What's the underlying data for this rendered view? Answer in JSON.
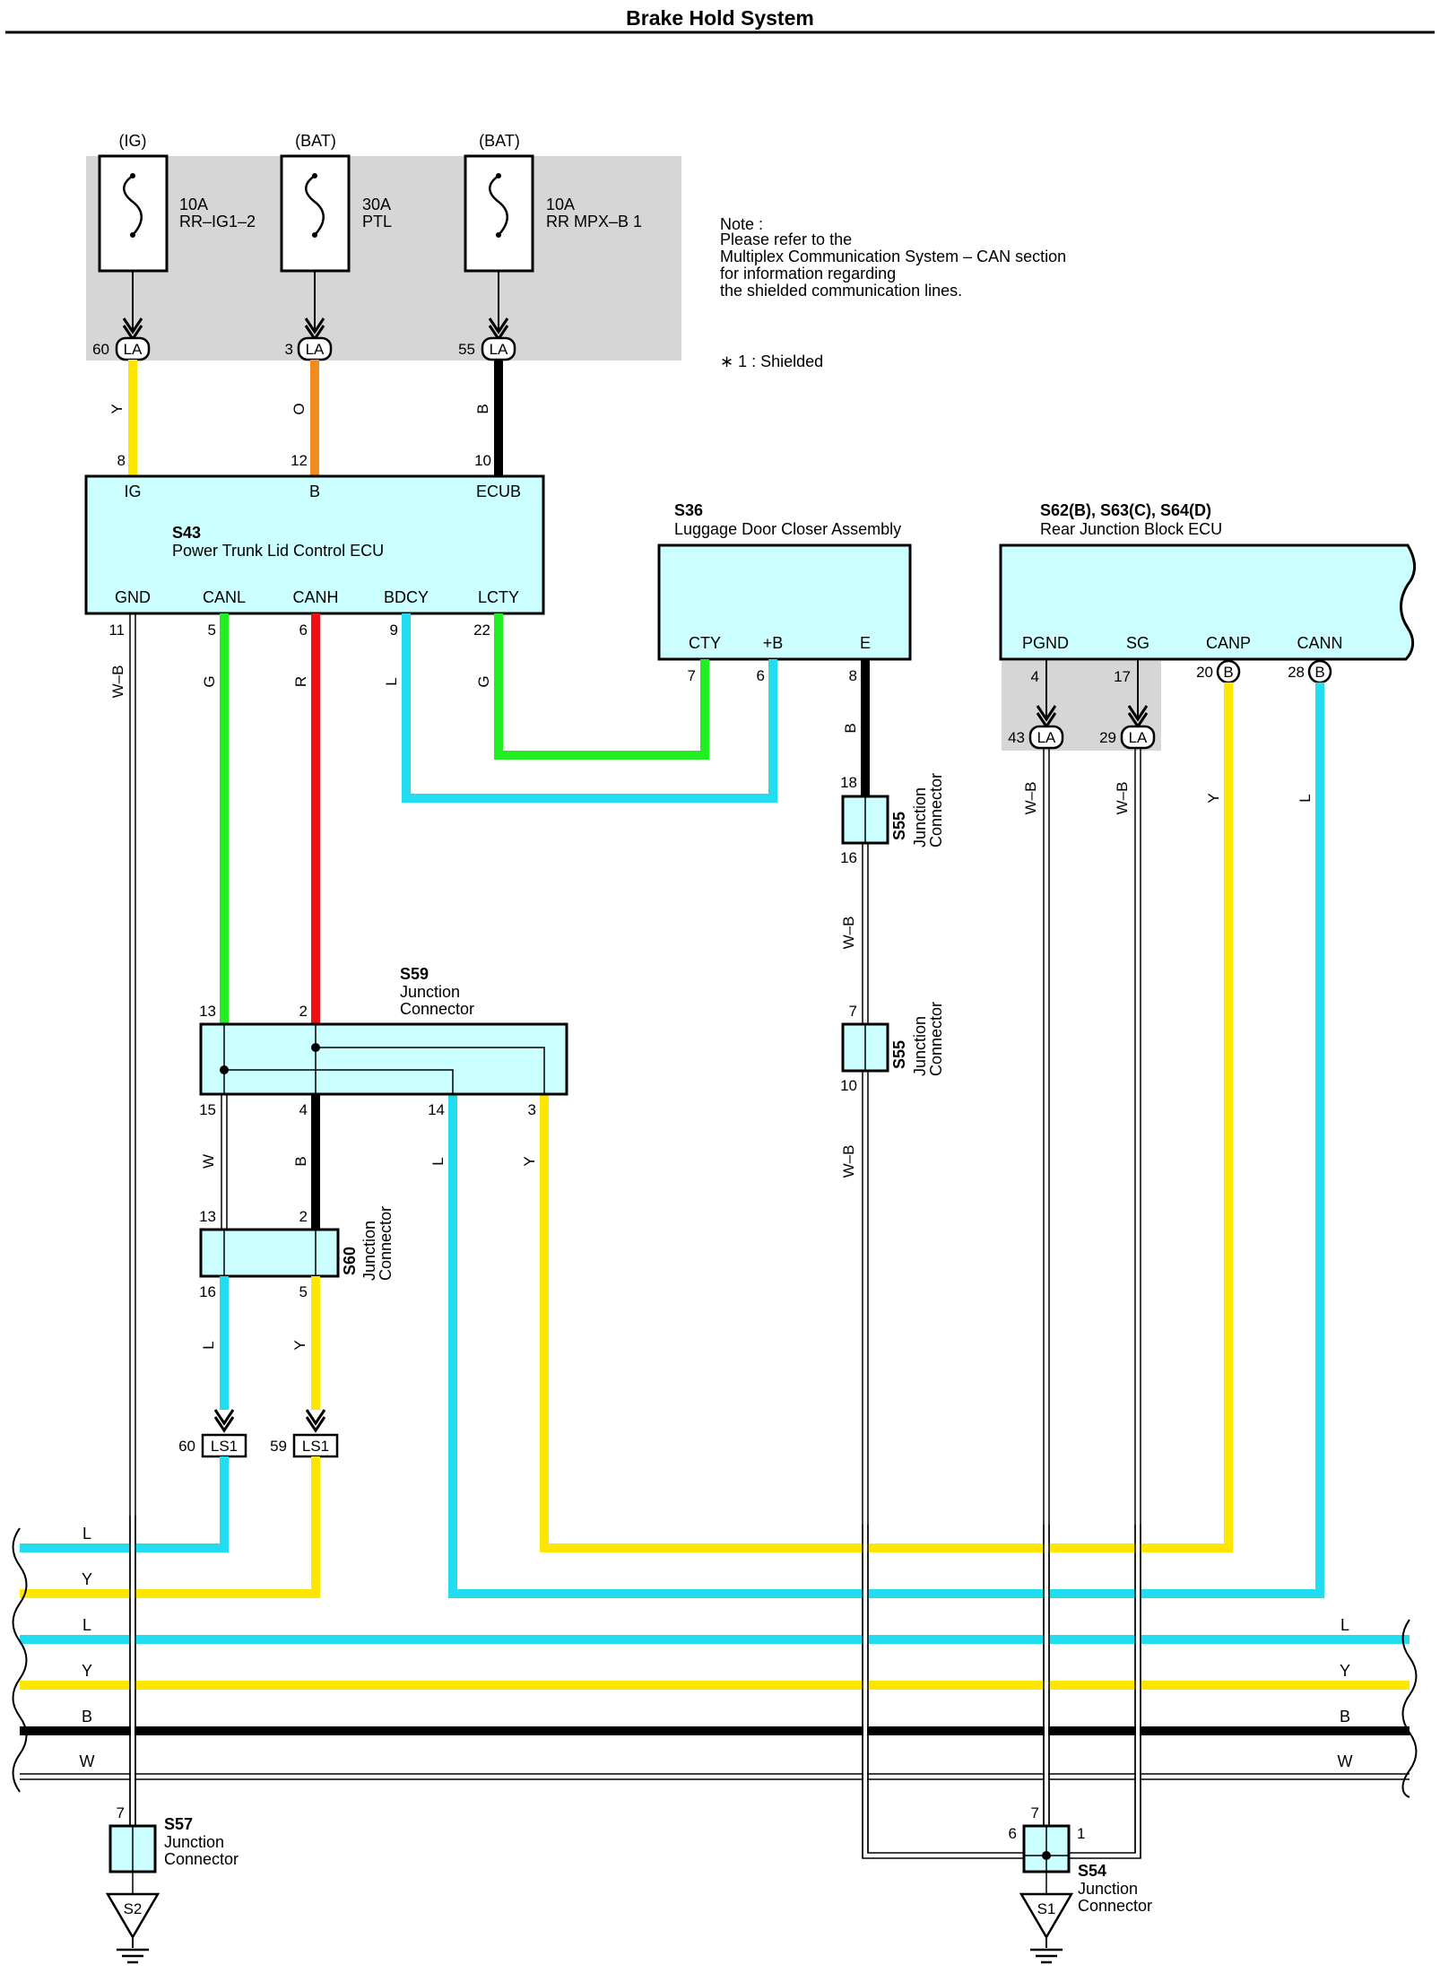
{
  "page": {
    "title": "Brake Hold System"
  },
  "note": {
    "lines": [
      "Note :",
      "Please refer to the",
      "Multiplex Communication System – CAN section",
      "for information regarding",
      "the shielded communication lines."
    ],
    "shield_legend": "∗ 1 : Shielded"
  },
  "fuses": [
    {
      "source": "(IG)",
      "amp": "10A",
      "name": "RR–IG1–2",
      "pin": "60",
      "conn": "LA",
      "wire": "Y",
      "ecu_pin": "8",
      "ecu_term": "IG"
    },
    {
      "source": "(BAT)",
      "amp": "30A",
      "name": "PTL",
      "pin": "3",
      "conn": "LA",
      "wire": "O",
      "ecu_pin": "12",
      "ecu_term": "B"
    },
    {
      "source": "(BAT)",
      "amp": "10A",
      "name": "RR MPX–B 1",
      "pin": "55",
      "conn": "LA",
      "wire": "B",
      "ecu_pin": "10",
      "ecu_term": "ECUB"
    }
  ],
  "s43": {
    "id": "S43",
    "name": "Power Trunk Lid Control ECU",
    "bottom_terms": [
      "GND",
      "CANL",
      "CANH",
      "BDCY",
      "LCTY"
    ],
    "bottom_pins": [
      "11",
      "5",
      "6",
      "9",
      "22"
    ],
    "bottom_wires": [
      "W–B",
      "G",
      "R",
      "L",
      "G"
    ]
  },
  "s36": {
    "id": "S36",
    "name": "Luggage Door Closer Assembly",
    "terms": [
      "CTY",
      "+B",
      "E"
    ],
    "pins": [
      "7",
      "6",
      "8"
    ],
    "e_wire": "B"
  },
  "rjb": {
    "id": "S62(B), S63(C), S64(D)",
    "name": "Rear Junction Block ECU",
    "terms": [
      "PGND",
      "SG",
      "CANP",
      "CANN"
    ],
    "pins": [
      "4",
      "17",
      "20",
      "28"
    ],
    "conn_b": "B",
    "la_pins": [
      "43",
      "29"
    ],
    "la_conn": "LA",
    "wires": [
      "W–B",
      "W–B",
      "Y",
      "L"
    ]
  },
  "s55": {
    "id": "S55",
    "name_line1": "Junction",
    "name_line2": "Connector",
    "pins_a": [
      "18",
      "16"
    ],
    "pins_b": [
      "7",
      "10"
    ],
    "wires": [
      "W–B",
      "W–B"
    ]
  },
  "s59": {
    "id": "S59",
    "name_line1": "Junction",
    "name_line2": "Connector",
    "top_pins": [
      "13",
      "2"
    ],
    "bottom_pins": [
      "15",
      "4",
      "14",
      "3"
    ],
    "bottom_wires": [
      "W",
      "B",
      "L",
      "Y"
    ]
  },
  "s60": {
    "id": "S60",
    "name_line1": "Junction",
    "name_line2": "Connector",
    "top_pins": [
      "13",
      "2"
    ],
    "bottom_pins": [
      "16",
      "5"
    ],
    "bottom_wires": [
      "L",
      "Y"
    ]
  },
  "ls1": {
    "conn": "LS1",
    "pins": [
      "60",
      "59"
    ]
  },
  "bus": {
    "left_labels": [
      "L",
      "Y",
      "L",
      "Y",
      "B",
      "W"
    ],
    "right_labels": [
      "L",
      "Y",
      "B",
      "W"
    ]
  },
  "s57": {
    "id": "S57",
    "name_line1": "Junction",
    "name_line2": "Connector",
    "pin": "7",
    "ground": "S2"
  },
  "s54": {
    "id": "S54",
    "name_line1": "Junction",
    "name_line2": "Connector",
    "pins": [
      "7",
      "6",
      "1"
    ],
    "ground": "S1"
  },
  "colors": {
    "yellow": "#ffe600",
    "orange": "#f28c1e",
    "black": "#000000",
    "green": "#22ee22",
    "red": "#ee1111",
    "cyan": "#22ddf0",
    "box_fill": "#ccffff",
    "shade": "#d6d6d6"
  }
}
